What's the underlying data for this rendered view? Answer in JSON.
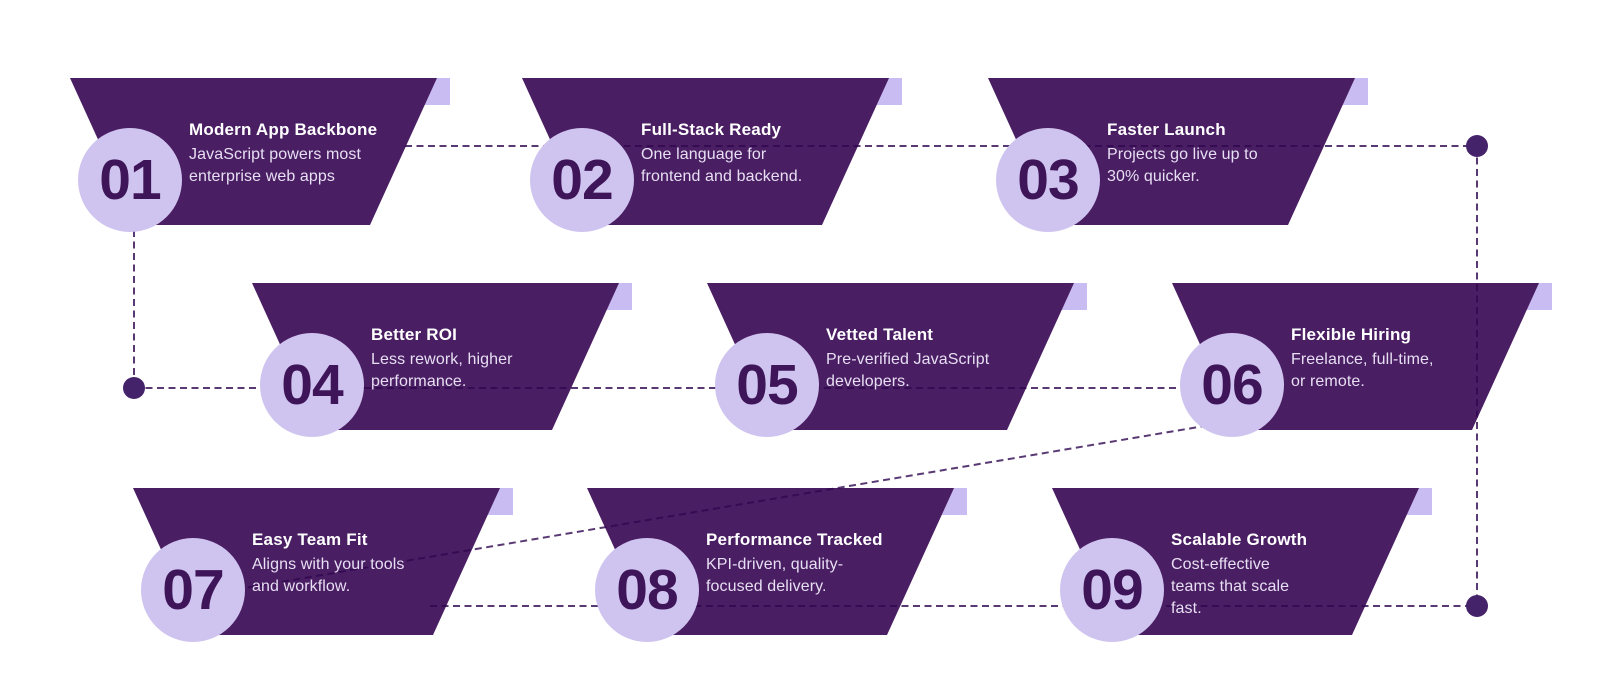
{
  "infographic": {
    "steps": [
      {
        "number": "01",
        "title": "Modern App Backbone",
        "description": "JavaScript powers most\nenterprise web apps"
      },
      {
        "number": "02",
        "title": "Full-Stack Ready",
        "description": "One language for\nfrontend and backend."
      },
      {
        "number": "03",
        "title": "Faster Launch",
        "description": "Projects go live up to\n30% quicker."
      },
      {
        "number": "04",
        "title": "Better ROI",
        "description": "Less rework, higher\nperformance."
      },
      {
        "number": "05",
        "title": "Vetted Talent",
        "description": "Pre-verified JavaScript\ndevelopers."
      },
      {
        "number": "06",
        "title": "Flexible Hiring",
        "description": "Freelance, full-time,\nor remote."
      },
      {
        "number": "07",
        "title": "Easy Team Fit",
        "description": "Aligns with your tools\nand workflow."
      },
      {
        "number": "08",
        "title": "Performance Tracked",
        "description": "KPI-driven, quality-\nfocused delivery."
      },
      {
        "number": "09",
        "title": "Scalable Growth",
        "description": "Cost-effective\nteams that scale\nfast."
      }
    ]
  },
  "colors": {
    "bg": "#ffffff",
    "shape": "#4A1E63",
    "circle": "#CFC4EF",
    "square": "#C9BCF2",
    "number": "#3E1559",
    "title": "#ffffff",
    "desc": "#E7DFF3",
    "dot": "#45236A",
    "connector": "rgba(48,8,80,0.8)"
  }
}
